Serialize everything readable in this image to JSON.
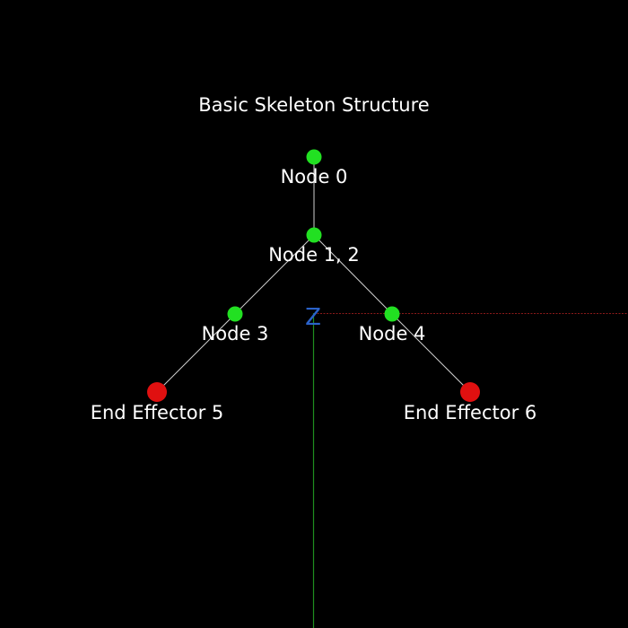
{
  "title": "Basic Skeleton Structure",
  "axis": {
    "z_label": "Z",
    "x_axis_color": "#8b1a1a",
    "y_axis_color": "#1f8f1f",
    "z_axis_color": "#2a62c9"
  },
  "colors": {
    "background": "#000000",
    "bone": "#cfcfcf",
    "joint_node": "#22e022",
    "end_effector": "#e01010",
    "label_text": "#ffffff"
  },
  "nodes": [
    {
      "id": "node-0",
      "label": "Node 0",
      "kind": "joint"
    },
    {
      "id": "node-1-2",
      "label": "Node 1, 2",
      "kind": "joint"
    },
    {
      "id": "node-3",
      "label": "Node 3",
      "kind": "joint"
    },
    {
      "id": "node-4",
      "label": "Node 4",
      "kind": "joint"
    },
    {
      "id": "end-effector-5",
      "label": "End Effector 5",
      "kind": "end_effector"
    },
    {
      "id": "end-effector-6",
      "label": "End Effector 6",
      "kind": "end_effector"
    }
  ],
  "bones": [
    {
      "from": "node-0",
      "to": "node-1-2"
    },
    {
      "from": "node-1-2",
      "to": "node-3"
    },
    {
      "from": "node-1-2",
      "to": "node-4"
    },
    {
      "from": "node-3",
      "to": "end-effector-5"
    },
    {
      "from": "node-4",
      "to": "end-effector-6"
    }
  ]
}
